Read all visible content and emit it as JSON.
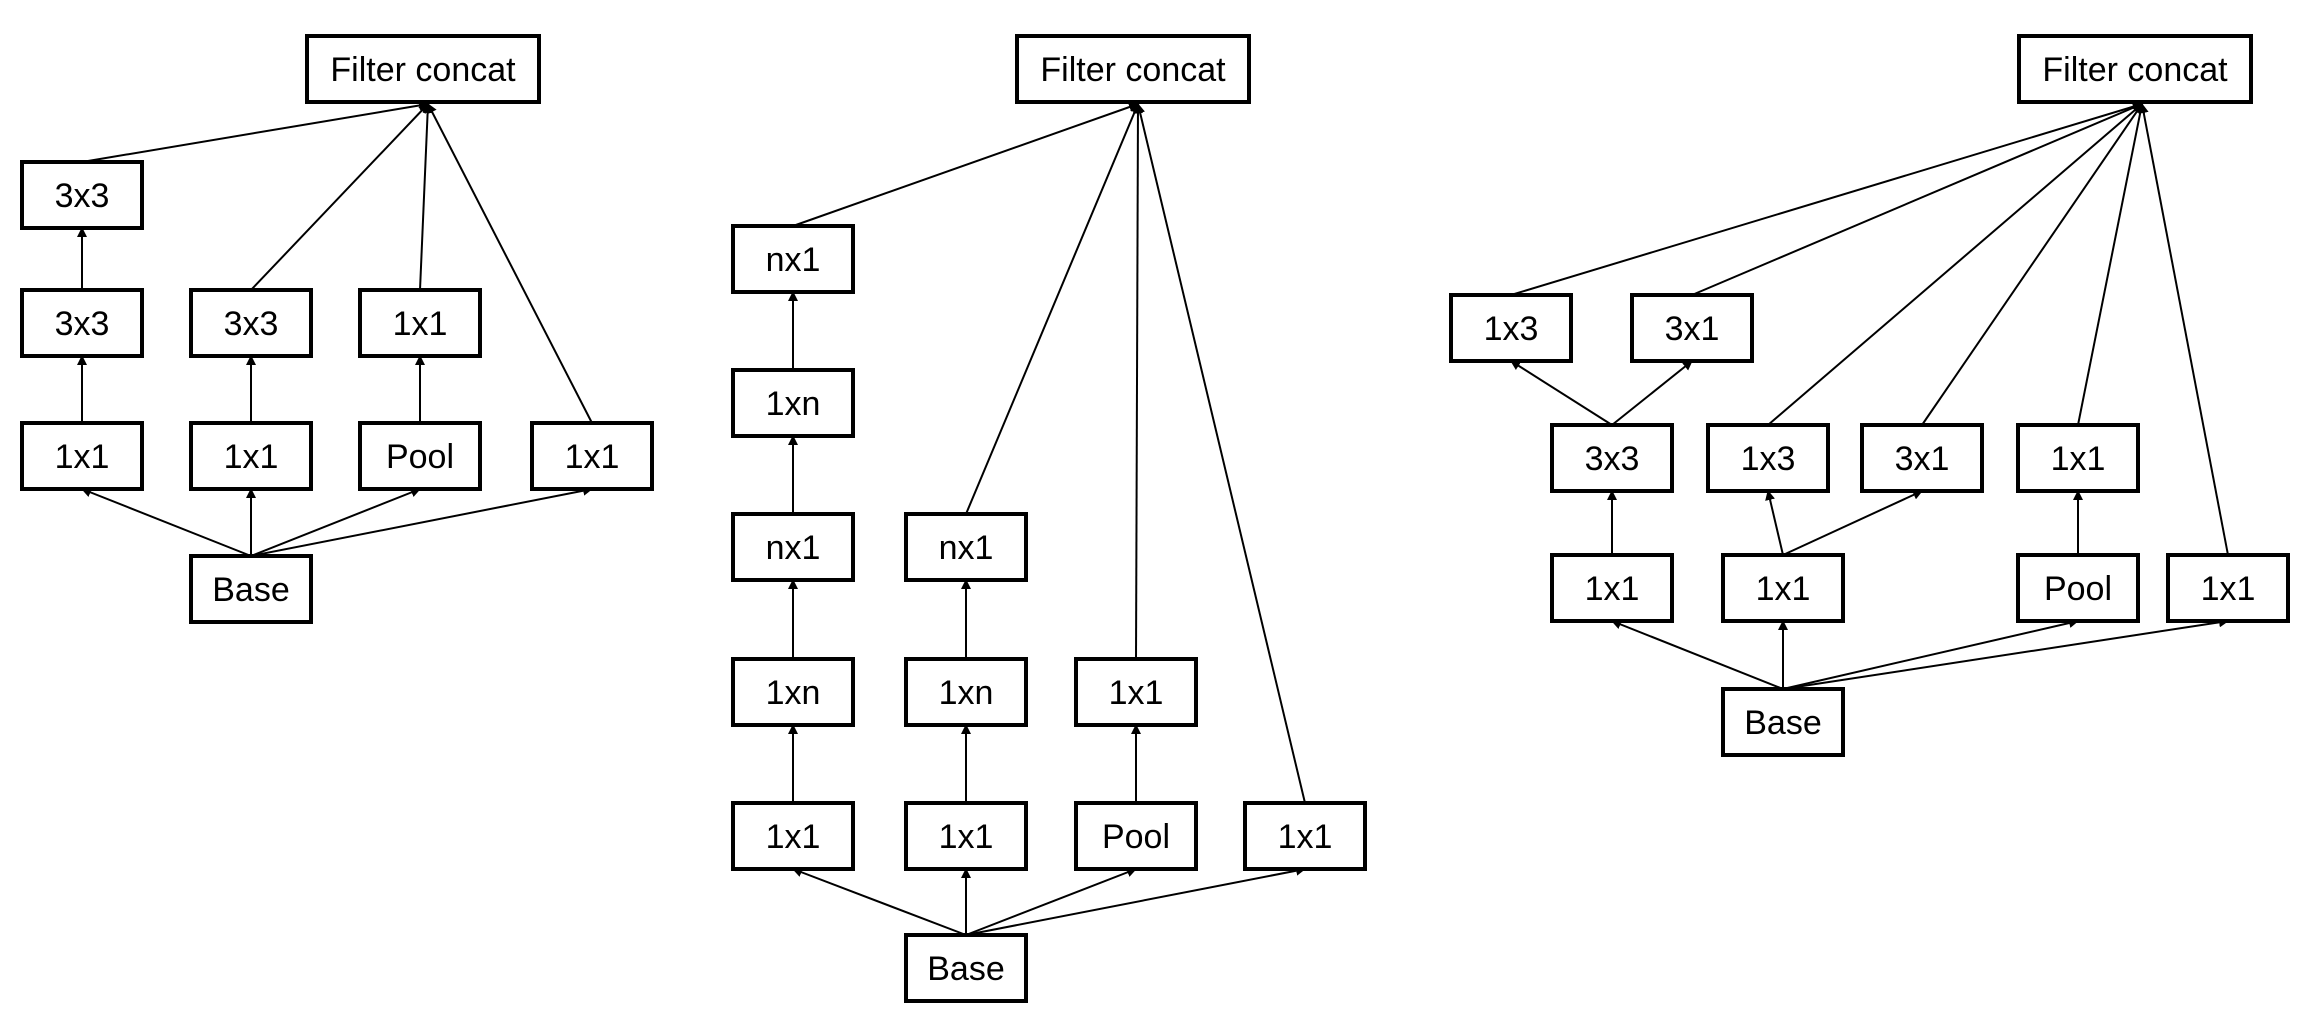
{
  "diagrams": [
    {
      "nodes": [
        {
          "id": "concat",
          "label": "Filter concat"
        },
        {
          "id": "a_top",
          "label": "3x3"
        },
        {
          "id": "a_mid",
          "label": "3x3"
        },
        {
          "id": "b_mid",
          "label": "3x3"
        },
        {
          "id": "c_mid",
          "label": "1x1"
        },
        {
          "id": "a_bot",
          "label": "1x1"
        },
        {
          "id": "b_bot",
          "label": "1x1"
        },
        {
          "id": "c_bot",
          "label": "Pool"
        },
        {
          "id": "d_bot",
          "label": "1x1"
        },
        {
          "id": "base",
          "label": "Base"
        }
      ],
      "edges": [
        [
          "base",
          "a_bot"
        ],
        [
          "base",
          "b_bot"
        ],
        [
          "base",
          "c_bot"
        ],
        [
          "base",
          "d_bot"
        ],
        [
          "a_bot",
          "a_mid"
        ],
        [
          "a_mid",
          "a_top"
        ],
        [
          "b_bot",
          "b_mid"
        ],
        [
          "c_bot",
          "c_mid"
        ],
        [
          "a_top",
          "concat"
        ],
        [
          "b_mid",
          "concat"
        ],
        [
          "c_mid",
          "concat"
        ],
        [
          "d_bot",
          "concat"
        ]
      ]
    },
    {
      "nodes": [
        {
          "id": "concat",
          "label": "Filter concat"
        },
        {
          "id": "a5",
          "label": "nx1"
        },
        {
          "id": "a4",
          "label": "1xn"
        },
        {
          "id": "a3",
          "label": "nx1"
        },
        {
          "id": "b3",
          "label": "nx1"
        },
        {
          "id": "a2",
          "label": "1xn"
        },
        {
          "id": "b2",
          "label": "1xn"
        },
        {
          "id": "c2",
          "label": "1x1"
        },
        {
          "id": "a1",
          "label": "1x1"
        },
        {
          "id": "b1",
          "label": "1x1"
        },
        {
          "id": "c1",
          "label": "Pool"
        },
        {
          "id": "d1",
          "label": "1x1"
        },
        {
          "id": "base",
          "label": "Base"
        }
      ],
      "edges": [
        [
          "base",
          "a1"
        ],
        [
          "base",
          "b1"
        ],
        [
          "base",
          "c1"
        ],
        [
          "base",
          "d1"
        ],
        [
          "a1",
          "a2"
        ],
        [
          "a2",
          "a3"
        ],
        [
          "a3",
          "a4"
        ],
        [
          "a4",
          "a5"
        ],
        [
          "b1",
          "b2"
        ],
        [
          "b2",
          "b3"
        ],
        [
          "c1",
          "c2"
        ],
        [
          "a5",
          "concat"
        ],
        [
          "b3",
          "concat"
        ],
        [
          "c2",
          "concat"
        ],
        [
          "d1",
          "concat"
        ]
      ]
    },
    {
      "nodes": [
        {
          "id": "concat",
          "label": "Filter concat"
        },
        {
          "id": "a_l",
          "label": "1x3"
        },
        {
          "id": "a_r",
          "label": "3x1"
        },
        {
          "id": "a_mid",
          "label": "3x3"
        },
        {
          "id": "b_l",
          "label": "1x3"
        },
        {
          "id": "b_r",
          "label": "3x1"
        },
        {
          "id": "c_mid",
          "label": "1x1"
        },
        {
          "id": "a_bot",
          "label": "1x1"
        },
        {
          "id": "b_bot",
          "label": "1x1"
        },
        {
          "id": "c_bot",
          "label": "Pool"
        },
        {
          "id": "d_bot",
          "label": "1x1"
        },
        {
          "id": "base",
          "label": "Base"
        }
      ],
      "edges": [
        [
          "base",
          "a_bot"
        ],
        [
          "base",
          "b_bot"
        ],
        [
          "base",
          "c_bot"
        ],
        [
          "base",
          "d_bot"
        ],
        [
          "a_bot",
          "a_mid"
        ],
        [
          "a_mid",
          "a_l"
        ],
        [
          "a_mid",
          "a_r"
        ],
        [
          "b_bot",
          "b_l"
        ],
        [
          "b_bot",
          "b_r"
        ],
        [
          "c_bot",
          "c_mid"
        ],
        [
          "a_l",
          "concat"
        ],
        [
          "a_r",
          "concat"
        ],
        [
          "b_l",
          "concat"
        ],
        [
          "b_r",
          "concat"
        ],
        [
          "c_mid",
          "concat"
        ],
        [
          "d_bot",
          "concat"
        ]
      ]
    }
  ]
}
